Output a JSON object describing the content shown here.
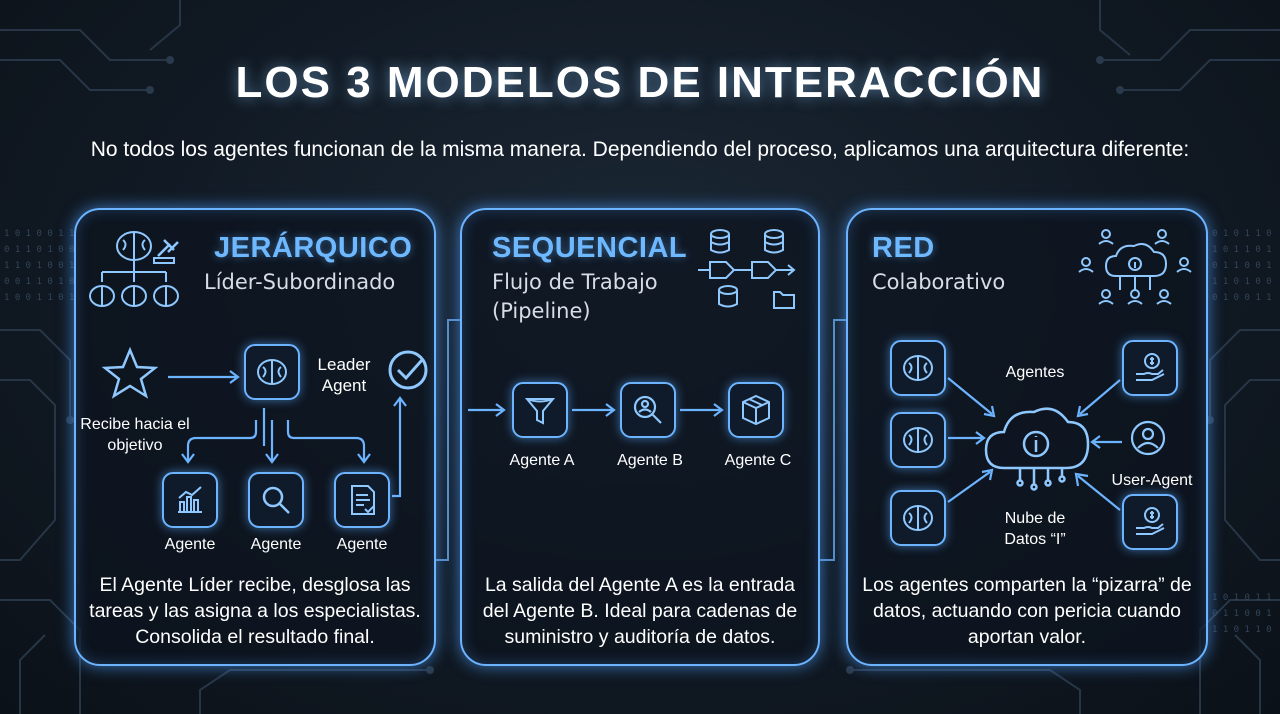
{
  "title": "LOS 3 MODELOS DE INTERACCIÓN",
  "subtitle": "No todos los agentes funcionan de la misma manera. Dependiendo del proceso, aplicamos una arquitectura diferente:",
  "colors": {
    "accent": "#6cb4ff",
    "background": "#111a24",
    "text": "#ffffff"
  },
  "panels": [
    {
      "title": "JERÁRQUICO",
      "subtitle": "Líder-Subordinado",
      "icon": "brain-hierarchy-gavel-icon",
      "labels": {
        "start": "Recibe hacia el objetivo",
        "leader": "Leader Agent",
        "agent1": "Agente",
        "agent2": "Agente",
        "agent3": "Agente"
      },
      "description": "El Agente Líder recibe, desglosa las tareas y las asigna a los especialistas. Consolida el resultado final."
    },
    {
      "title": "SEQUENCIAL",
      "subtitle": "Flujo de Trabajo (Pipeline)",
      "icon": "database-pipeline-icon",
      "labels": {
        "a": "Agente A",
        "b": "Agente B",
        "c": "Agente C"
      },
      "description": "La salida del Agente A es la entrada del Agente B. Ideal para cadenas de suministro y auditoría de datos."
    },
    {
      "title": "RED",
      "subtitle": "Colaborativo",
      "icon": "cloud-network-people-icon",
      "labels": {
        "agents": "Agentes",
        "user": "User-Agent",
        "cloud": "Nube de Datos “I”"
      },
      "description": "Los agentes comparten la “pizarra” de datos, actuando con pericia cuando aportan valor."
    }
  ]
}
